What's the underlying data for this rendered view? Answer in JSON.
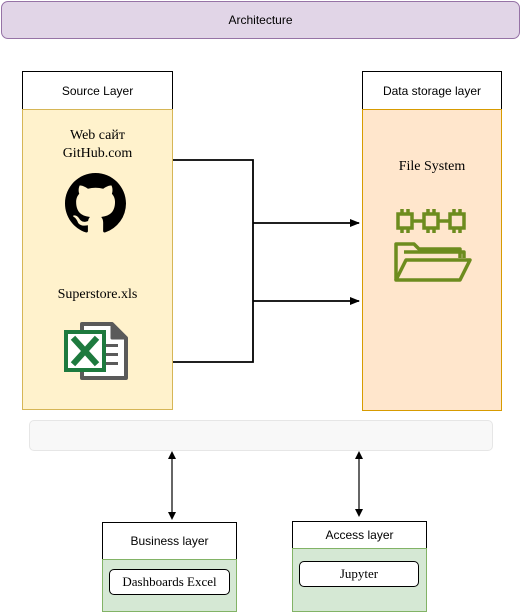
{
  "title": "Architecture",
  "source_layer": {
    "header": "Source Layer",
    "web_label_line1": "Web сайт",
    "web_label_line2": "GitHub.com",
    "web_icon": "github-icon",
    "file_label": "Superstore.xls",
    "file_icon": "excel-file-icon"
  },
  "storage_layer": {
    "header": "Data storage layer",
    "label": "File System",
    "icon": "file-system-folder-icon",
    "icon_color": "#6d8c1e"
  },
  "business_layer": {
    "header": "Business layer",
    "item": "Dashboards Excel"
  },
  "access_layer": {
    "header": "Access layer",
    "item": "Jupyter"
  },
  "colors": {
    "title_fill": "#e1d5e7",
    "source_fill": "#fff2cc",
    "storage_fill": "#ffe6cc",
    "consumer_fill": "#d5e8d4"
  }
}
